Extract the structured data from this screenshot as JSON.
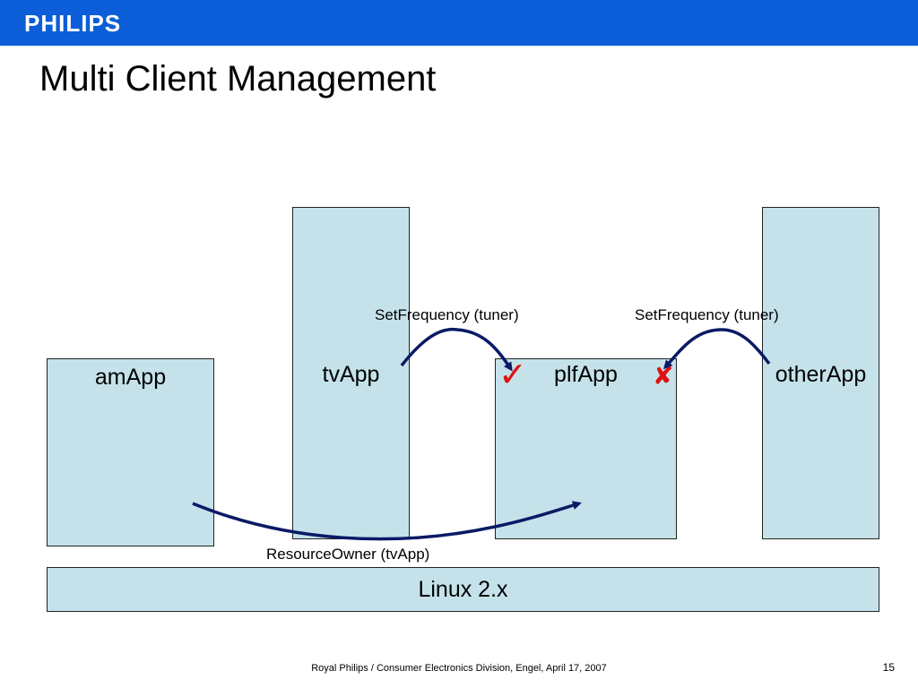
{
  "header": {
    "brand": "PHILIPS"
  },
  "slide": {
    "title": "Multi Client Management"
  },
  "diagram": {
    "boxes": {
      "amApp": "amApp",
      "tvApp": "tvApp",
      "plfApp": "plfApp",
      "otherApp": "otherApp",
      "linux": "Linux 2.x"
    },
    "calls": {
      "tv_to_plf": "SetFrequency (tuner)",
      "other_to_plf": "SetFrequency (tuner)",
      "am_to_plf": "ResourceOwner (tvApp)"
    },
    "accepted_mark": "✓",
    "rejected_mark": "✘"
  },
  "footer": {
    "text": "Royal Philips / Consumer Electronics Division, Engel, April 17, 2007",
    "page": "15"
  },
  "colors": {
    "header_bar": "#0b5ed7",
    "box_fill": "#c5e2ea",
    "arrow": "#0a1a66",
    "mark": "#e01010"
  }
}
